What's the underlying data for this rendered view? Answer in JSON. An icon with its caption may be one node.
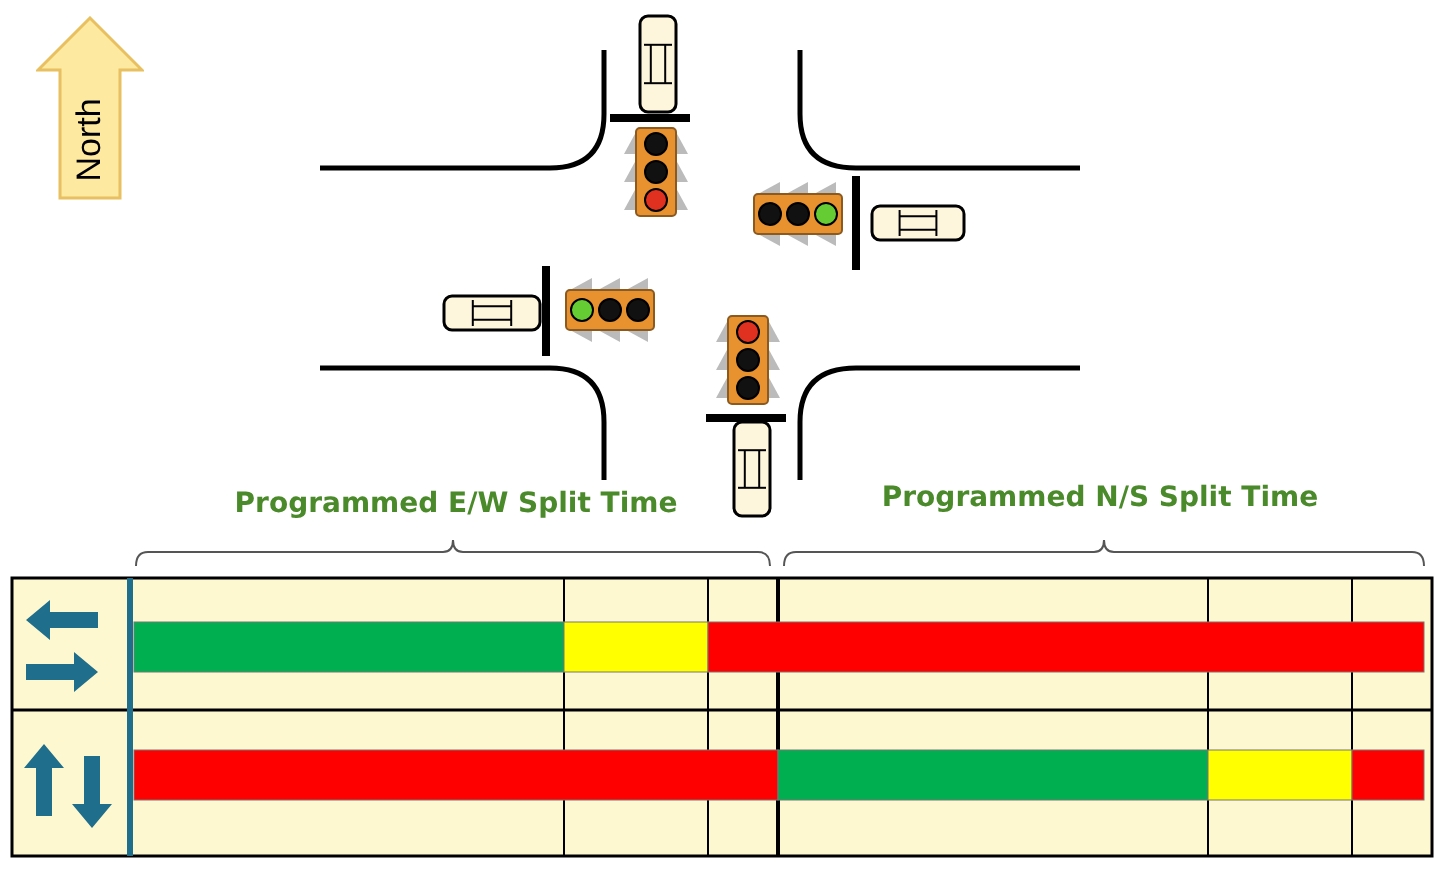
{
  "diagram": {
    "nodes": [
      {
        "text": [
          "North"
        ]
      }
    ],
    "labels": [
      "Programmed E/W Split Time",
      "Programmed N/S Split Time"
    ]
  }
}
